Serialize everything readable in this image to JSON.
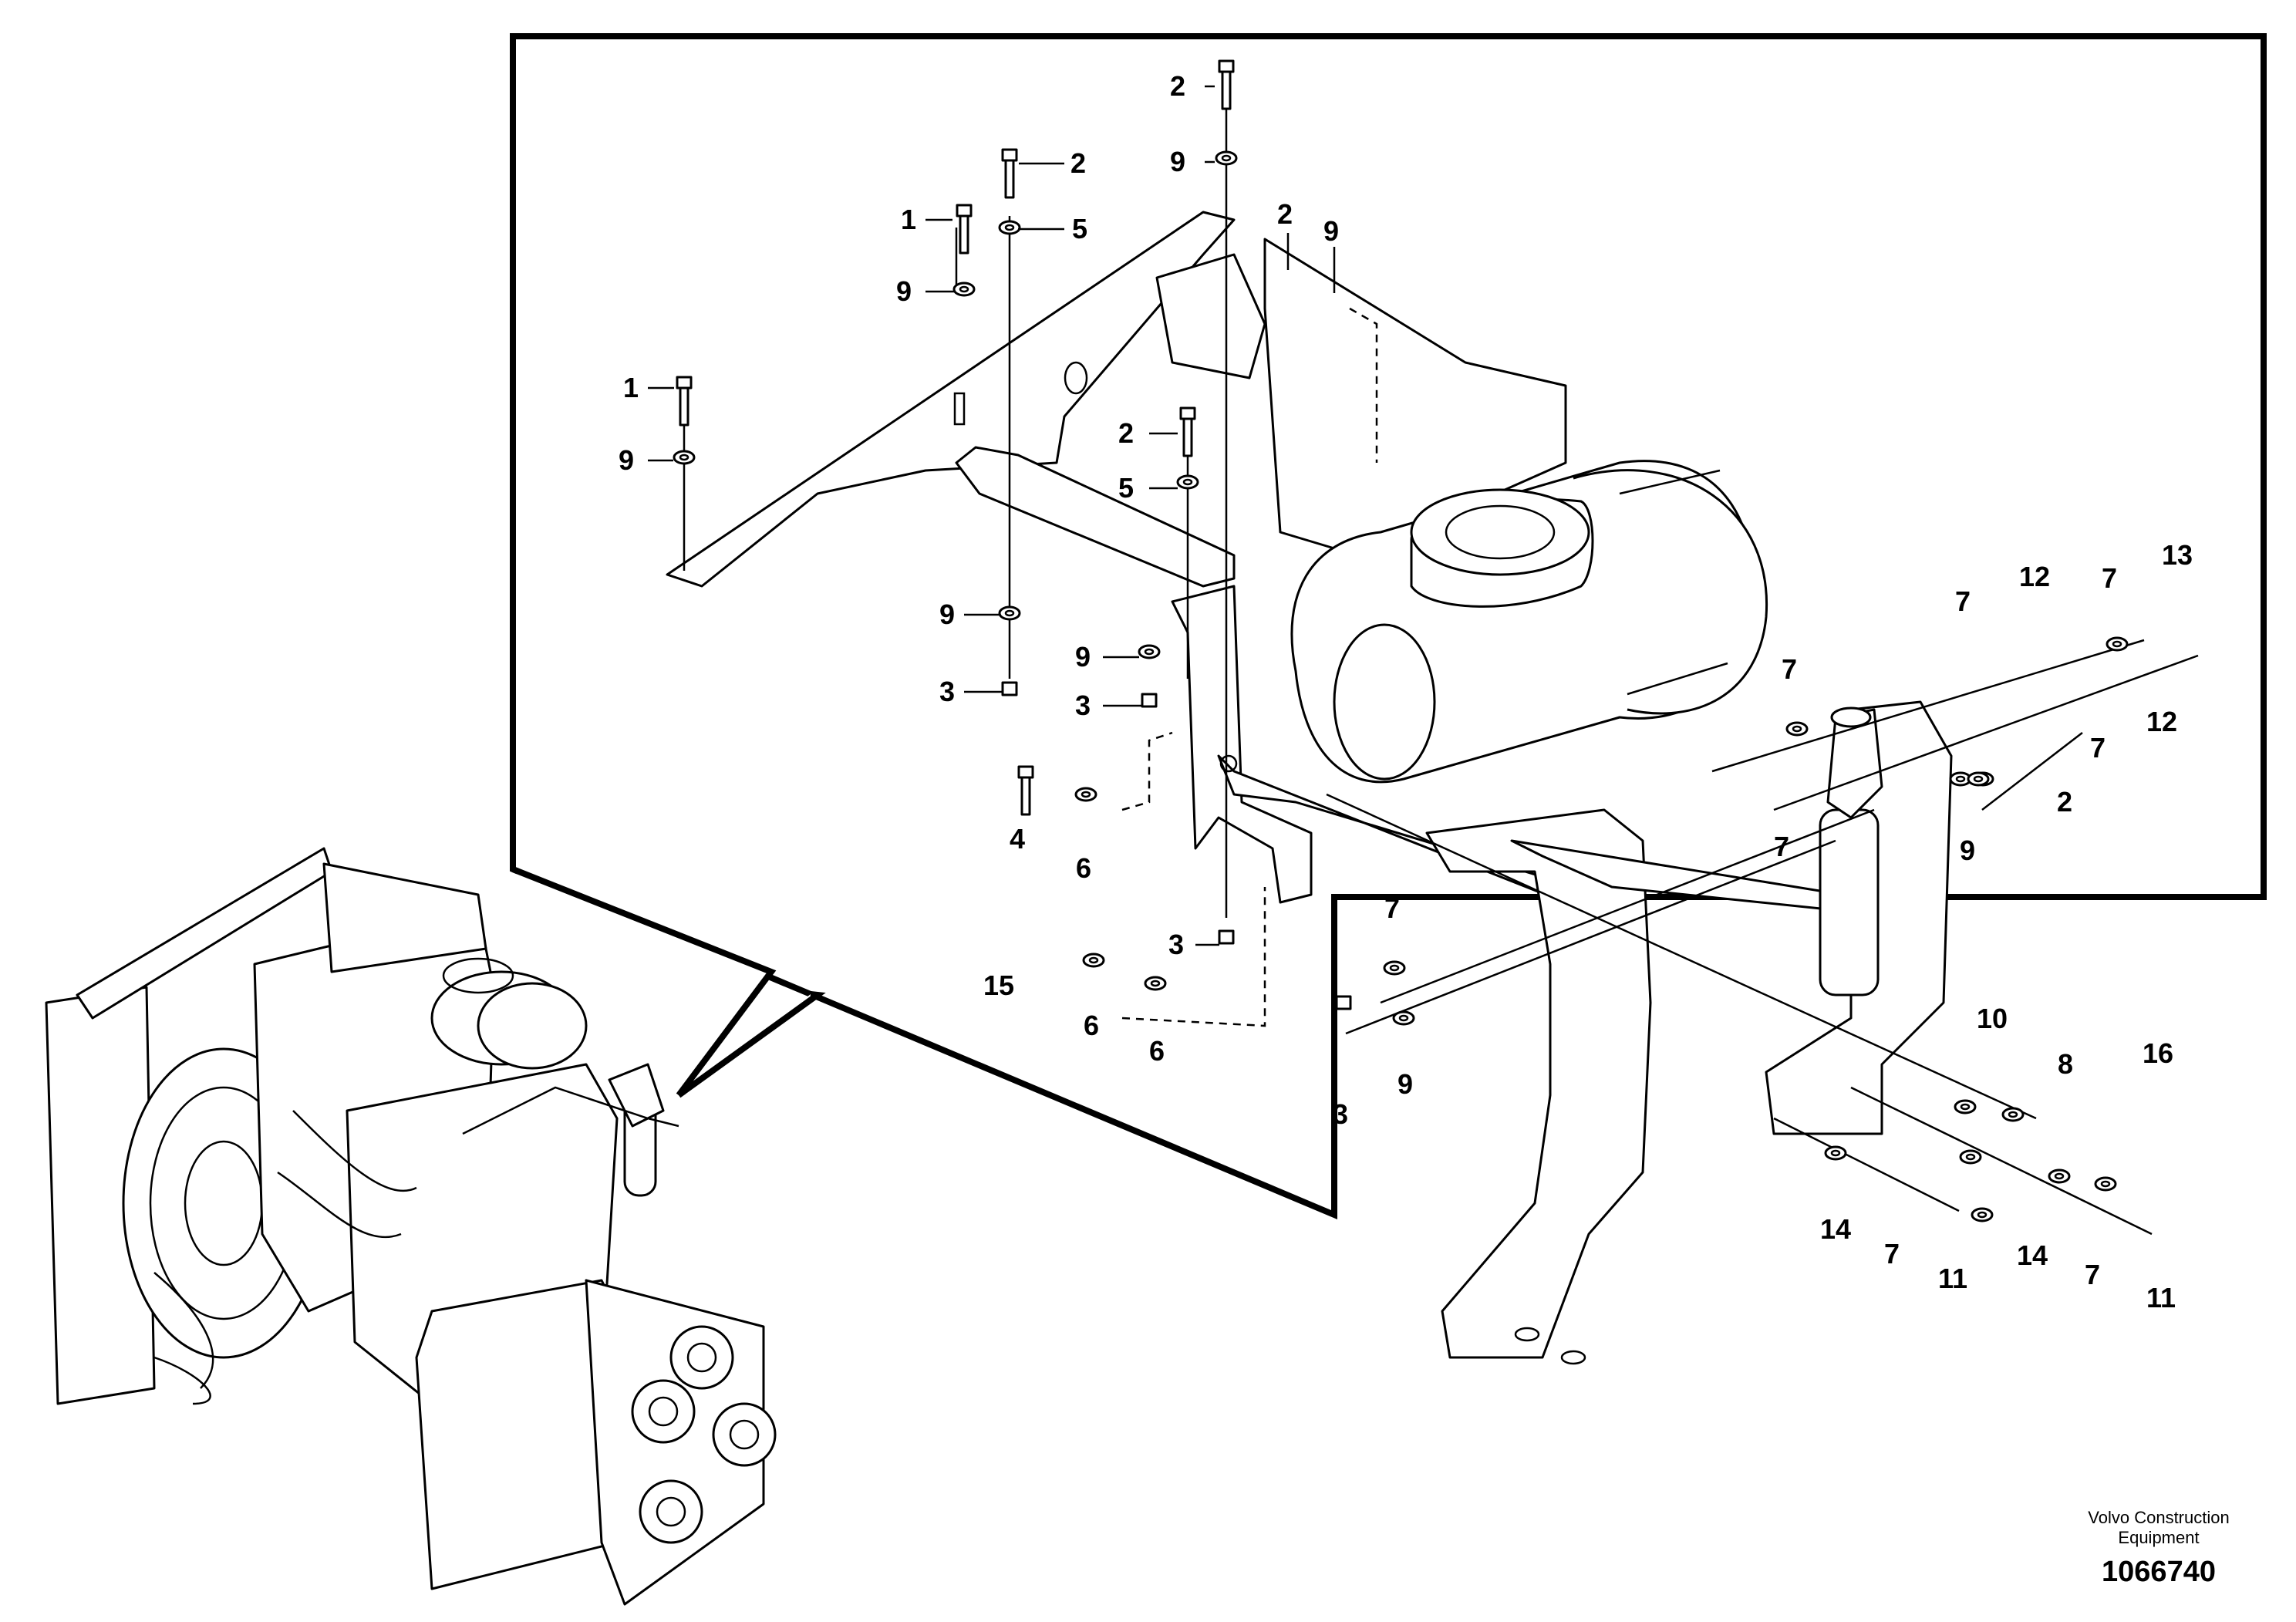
{
  "callouts": [
    {
      "id": "c1",
      "label": "2"
    },
    {
      "id": "c2",
      "label": "9"
    },
    {
      "id": "c3",
      "label": "2"
    },
    {
      "id": "c4",
      "label": "1"
    },
    {
      "id": "c5",
      "label": "5"
    },
    {
      "id": "c6",
      "label": "9"
    },
    {
      "id": "c7",
      "label": "1"
    },
    {
      "id": "c8",
      "label": "9"
    },
    {
      "id": "c9",
      "label": "2"
    },
    {
      "id": "c10",
      "label": "9"
    },
    {
      "id": "c11",
      "label": "2"
    },
    {
      "id": "c12",
      "label": "5"
    },
    {
      "id": "c13",
      "label": "9"
    },
    {
      "id": "c14",
      "label": "3"
    },
    {
      "id": "c15",
      "label": "9"
    },
    {
      "id": "c16",
      "label": "3"
    },
    {
      "id": "c17",
      "label": "4"
    },
    {
      "id": "c18",
      "label": "6"
    },
    {
      "id": "c19",
      "label": "15"
    },
    {
      "id": "c20",
      "label": "6"
    },
    {
      "id": "c21",
      "label": "6"
    },
    {
      "id": "c22",
      "label": "3"
    },
    {
      "id": "c23",
      "label": "7"
    },
    {
      "id": "c24",
      "label": "3"
    },
    {
      "id": "c25",
      "label": "9"
    },
    {
      "id": "c26",
      "label": "7"
    },
    {
      "id": "c27",
      "label": "7"
    },
    {
      "id": "c28",
      "label": "7"
    },
    {
      "id": "c29",
      "label": "12"
    },
    {
      "id": "c30",
      "label": "7"
    },
    {
      "id": "c31",
      "label": "13"
    },
    {
      "id": "c32",
      "label": "12"
    },
    {
      "id": "c33",
      "label": "7"
    },
    {
      "id": "c34",
      "label": "2"
    },
    {
      "id": "c35",
      "label": "9"
    },
    {
      "id": "c36",
      "label": "10"
    },
    {
      "id": "c37",
      "label": "8"
    },
    {
      "id": "c38",
      "label": "16"
    },
    {
      "id": "c39",
      "label": "14"
    },
    {
      "id": "c40",
      "label": "7"
    },
    {
      "id": "c41",
      "label": "11"
    },
    {
      "id": "c42",
      "label": "14"
    },
    {
      "id": "c43",
      "label": "7"
    },
    {
      "id": "c44",
      "label": "11"
    }
  ],
  "footer": {
    "brand_line1": "Volvo Construction",
    "brand_line2": "Equipment",
    "doc_number": "1066740"
  }
}
